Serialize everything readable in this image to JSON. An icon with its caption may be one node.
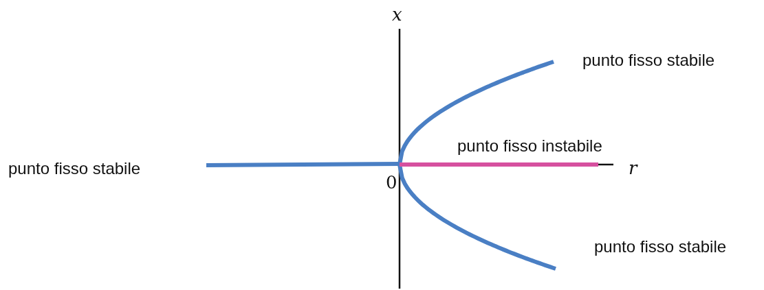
{
  "diagram": {
    "labels": [
      "x",
      "punto fisso stabile",
      "punto fisso instabile",
      "punto fisso stabile",
      "r",
      "0",
      "punto fisso stabile"
    ]
  }
}
